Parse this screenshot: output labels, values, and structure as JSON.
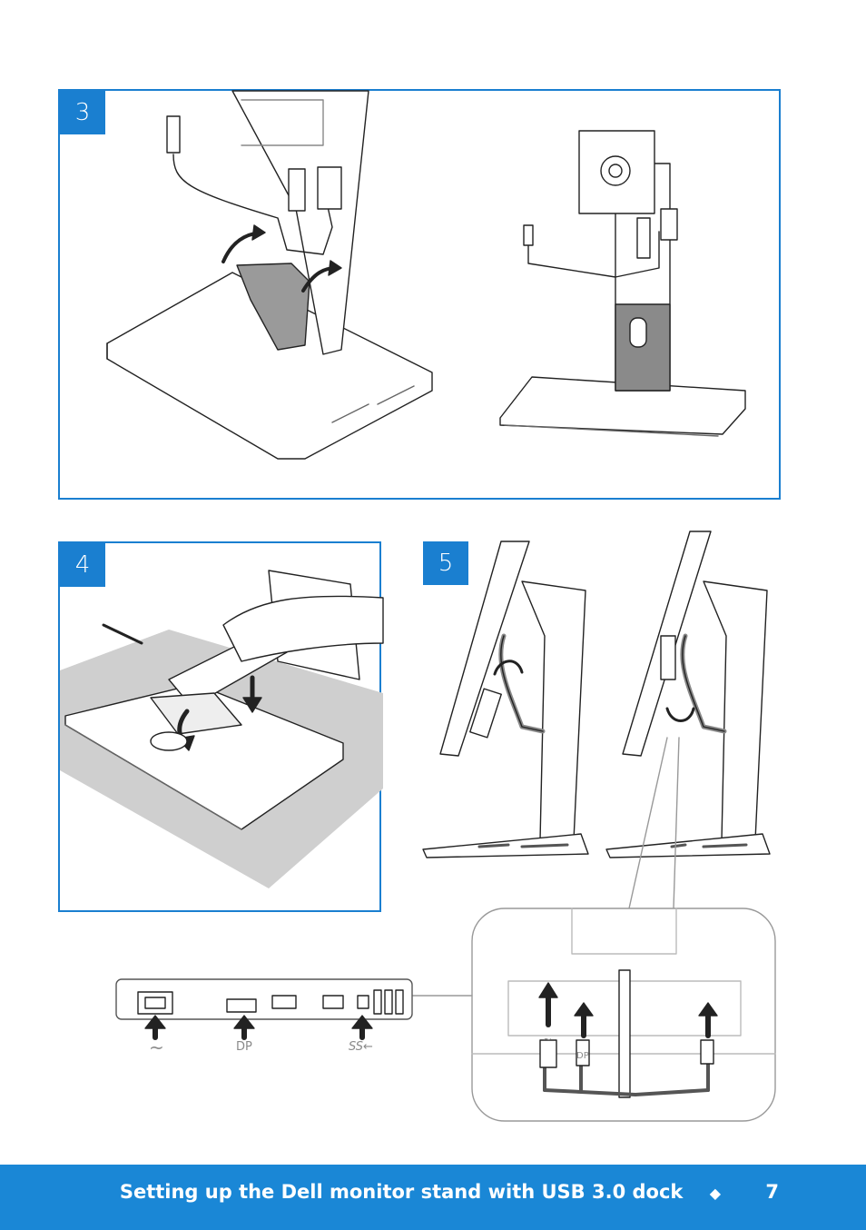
{
  "steps": {
    "step3": "3",
    "step4": "4",
    "step5": "5"
  },
  "port_labels": {
    "power": "~",
    "displayport": "DP",
    "usb": "SS←",
    "cable_dp": "DP",
    "cable_power": "~"
  },
  "footer": {
    "title": "Setting up the Dell monitor stand with USB 3.0 dock",
    "separator": "◆",
    "page": "7"
  },
  "colors": {
    "accent": "#1a7fd0",
    "footer": "#1a87d6",
    "line": "#222222",
    "gray": "#8c8c8c"
  }
}
